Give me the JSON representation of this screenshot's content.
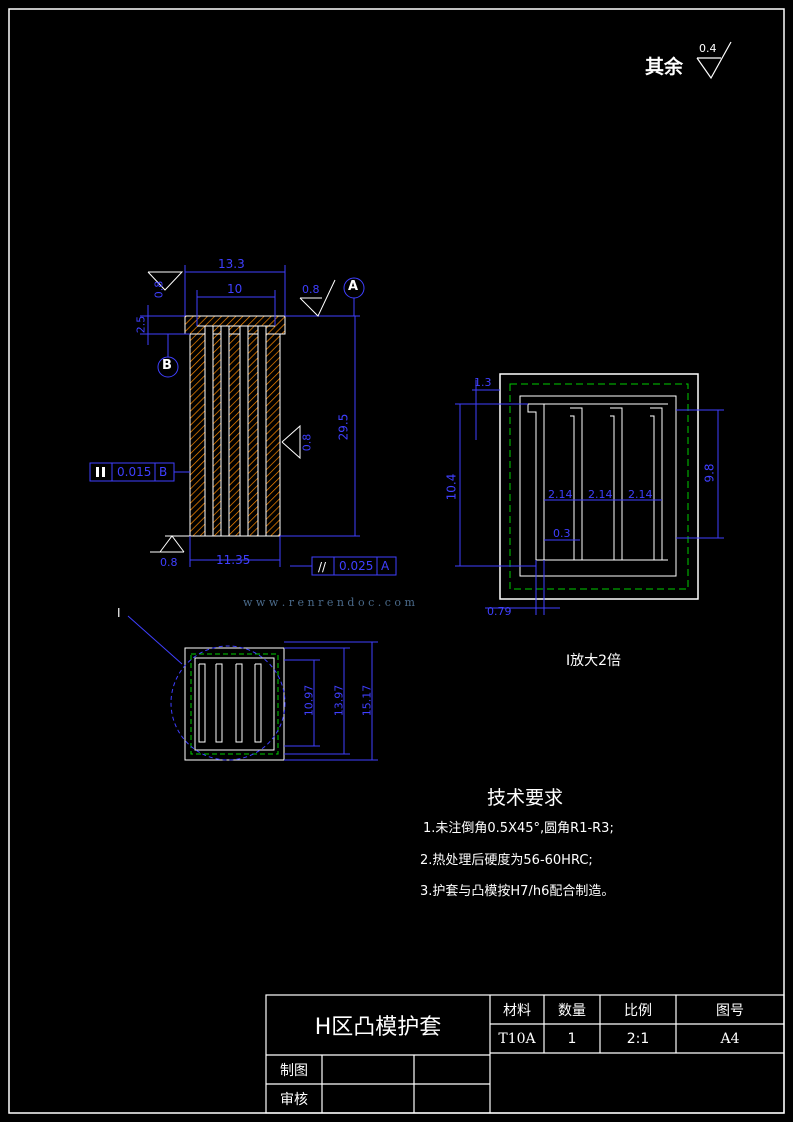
{
  "surface": {
    "label": "其余",
    "value": "0.4"
  },
  "front_view": {
    "dims": {
      "top_width": "13.3",
      "inner_width": "10",
      "left_rough": "0.8",
      "right_rough": "0.8",
      "shoulder": "2.5",
      "height": "29.5",
      "side_rough": "0.8",
      "bottom_rough": "0.8",
      "bottom_width": "11.35"
    },
    "datum_a": "A",
    "datum_b": "B",
    "perp_tol": "0.015",
    "perp_ref": "B",
    "par_tol": "0.025",
    "par_ref": "A"
  },
  "plan_view": {
    "label_i": "I",
    "dims": {
      "d1": "10.97",
      "d2": "13.97",
      "d3": "15.17"
    }
  },
  "detail_view": {
    "dims": {
      "top": "1.3",
      "height_left": "10.4",
      "height_right": "9.8",
      "gap1": "2.14",
      "gap2": "2.14",
      "gap3": "2.14",
      "slot": "0.3",
      "bottom": "0.79"
    },
    "caption": "I放大2倍"
  },
  "requirements": {
    "title": "技术要求",
    "items": [
      "1.未注倒角0.5X45°,圆角R1-R3;",
      "2.热处理后硬度为56-60HRC;",
      "3.护套与凸模按H7/h6配合制造。"
    ]
  },
  "watermark": {
    "url": "w w w . r e n r e n d o c . c o m"
  },
  "title_block": {
    "name": "H区凸模护套",
    "material_label": "材料",
    "material": "T10A",
    "qty_label": "数量",
    "qty": "1",
    "scale_label": "比例",
    "scale": "2:1",
    "drawing_no_label": "图号",
    "drawing_no": "A4",
    "drawn_label": "制图",
    "checked_label": "审核"
  }
}
